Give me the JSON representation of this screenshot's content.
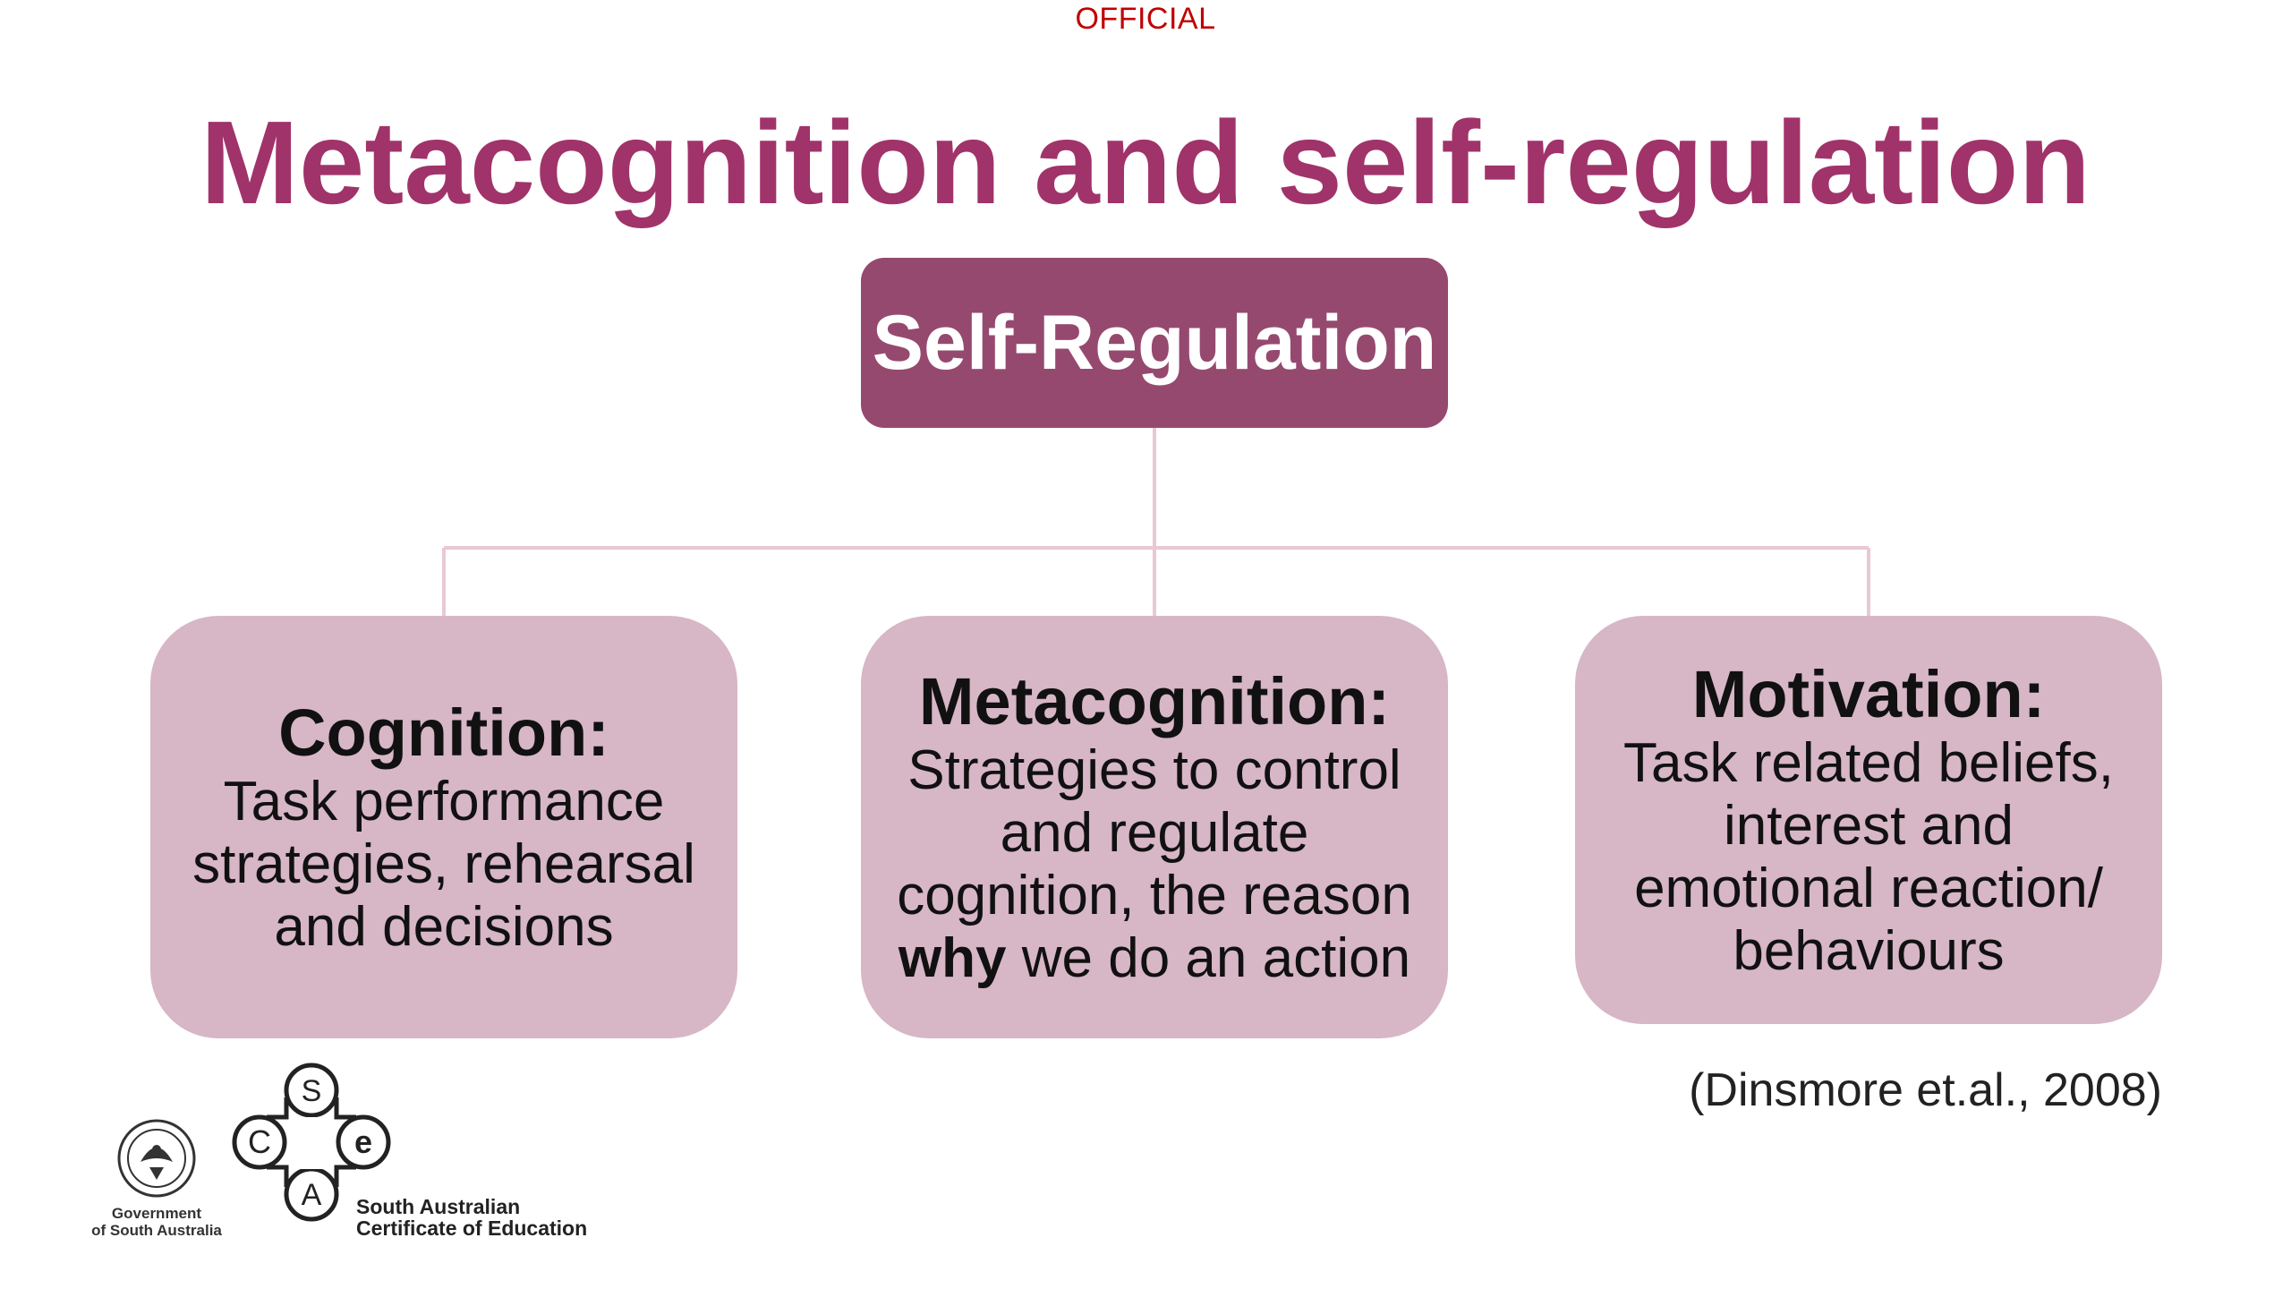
{
  "header": {
    "classification": "OFFICIAL",
    "title": "Metacognition and self-regulation"
  },
  "diagram": {
    "root": {
      "label": "Self-Regulation"
    },
    "children": [
      {
        "heading": "Cognition:",
        "text": "Task performance strategies, rehearsal and decisions"
      },
      {
        "heading": "Metacognition:",
        "text_before": "Strategies to control and regulate cognition, the reason",
        "text_emphasis": "why",
        "text_after": "we do an action"
      },
      {
        "heading": "Motivation:",
        "text": "Task related beliefs, interest and emotional reaction/ behaviours"
      }
    ],
    "colors": {
      "title": "#a0336a",
      "root_fill": "#96496f",
      "child_fill": "#d7b6c6",
      "connector": "#e8c9d5",
      "classification": "#c00000"
    }
  },
  "citation": "(Dinsmore et.al., 2008)",
  "footer": {
    "gov_logo_text_line1": "Government",
    "gov_logo_text_line2": "of South Australia",
    "sace_letters": [
      "S",
      "C",
      "e",
      "A"
    ],
    "sace_text_line1": "South Australian",
    "sace_text_line2": "Certificate of Education",
    "icons": [
      "crest-icon",
      "sace-logo-icon"
    ]
  }
}
